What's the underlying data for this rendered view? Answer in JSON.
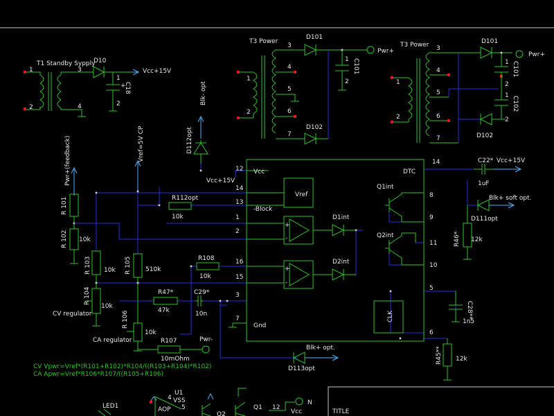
{
  "t1": {
    "name": "T1 Standby Sypply",
    "p1": "1",
    "p2": "2",
    "p3": "3",
    "p4": "4",
    "d": "D10",
    "c": "C18",
    "cp": "1",
    "cm": "2",
    "out": "Vcc+15V"
  },
  "t3a": {
    "name": "T3 Power",
    "p1": "1",
    "p2": "2",
    "p3": "3",
    "p4": "4",
    "p5": "5",
    "p6": "6",
    "p7": "7",
    "d1": "D101",
    "d2": "D102",
    "c": "C101",
    "c1": "1",
    "c2": "2",
    "out": "Pwr+"
  },
  "t3b": {
    "name": "T3 Power",
    "p1": "1",
    "p2": "2",
    "p3": "3",
    "p4": "4",
    "p5": "5",
    "p6": "6",
    "p7": "7",
    "d1": "D101",
    "d2": "D102",
    "ca": "C101",
    "cb": "C102",
    "c1": "1",
    "c2": "2",
    "out": "Pwr+"
  },
  "blk": {
    "d112": "D112opt",
    "label": "Blk- opt"
  },
  "vref_top": "Vref=5V CP",
  "fb": "Pwr+(feedback)",
  "ic": {
    "vcc": "Vcc",
    "vcc15": "Vcc+15V",
    "block": "-Block",
    "vref": "Vref",
    "gnd": "Gnd",
    "dtc": "DTC",
    "clk": "CLK",
    "q1": "Q1int",
    "q2": "Q2int",
    "d1": "D1int",
    "d2": "D2int",
    "plus": "+",
    "minus": "-",
    "pin1": "1",
    "pin2": "2",
    "pin3": "3",
    "pin5": "5",
    "pin6": "6",
    "pin7": "7",
    "pin8": "8",
    "pin9": "9",
    "pin10": "10",
    "pin11": "11",
    "pin12": "12",
    "pin13": "13",
    "pin14": "14",
    "pin15": "15",
    "pin16": "16",
    "pin14r": "14"
  },
  "res": {
    "r112": "R112opt",
    "r112v": "10k",
    "r101": "R 101",
    "r102": "R 102",
    "r102v": "10k",
    "r103": "R 103",
    "r103v": "10k",
    "r105": "R 105",
    "r105v": "510k",
    "r108": "R108",
    "r108v": "10k",
    "r104": "R 104",
    "r104v": "10k",
    "r47": "R47*",
    "r47v": "47k",
    "c29": "C29*",
    "c29v": "10n",
    "r106": "R 106",
    "r106v": "10k",
    "r107": "R107",
    "r107v": "10mOhm",
    "r46": "R46*",
    "r46v": "12k",
    "r45": "R45**",
    "r45v": "12k"
  },
  "right": {
    "c22": "C22*",
    "c22v": "1uF",
    "vcc15": "Vcc+15V",
    "blk": "Blk+ soft opt.",
    "d111": "D111opt",
    "c28": "C28**",
    "c28v": "1n5"
  },
  "bottom": {
    "cv": "CV regulator",
    "ca": "CA regulator",
    "pwrm": "Pwr-",
    "blk": "Blk+ opt.",
    "d113": "D113opt",
    "f1": "CV  Vpwr=Vref*(R101+R102)*R104/((R103+R104)*R102)",
    "f2": "CA  Apwr=Vref*R106*R107/((R105+R106)",
    "led": "LED1",
    "u1": "U1",
    "vss": "VSS",
    "aop": "AOP",
    "u1p4": "4",
    "u1p5": "5",
    "q1": "Q1",
    "q2": "Q2",
    "p12": "12",
    "n": "N",
    "vcc": "Vcc",
    "title": "TITLE"
  }
}
